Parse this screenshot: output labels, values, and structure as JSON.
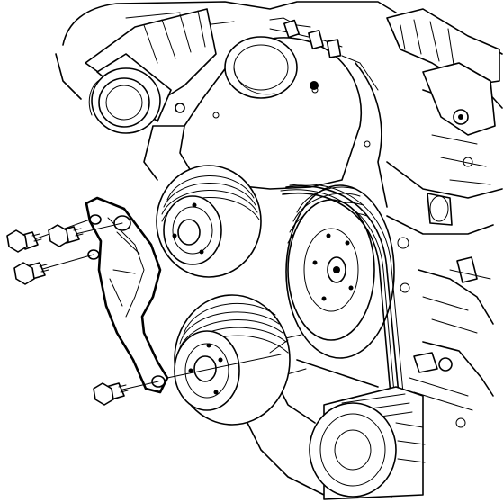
{
  "illustration": {
    "subject": "engine-front-accessory-drive",
    "line_color": "#000000",
    "background_color": "#ffffff",
    "callouts_present": false
  },
  "parts": {
    "bracket": "accessory-mounting-bracket",
    "bolts_count": 4,
    "pulleys": [
      "upper-idler-pulley",
      "lower-idler-pulley",
      "crankshaft-pulley",
      "generator-pulley"
    ],
    "belt": "serpentine-drive-belt"
  }
}
